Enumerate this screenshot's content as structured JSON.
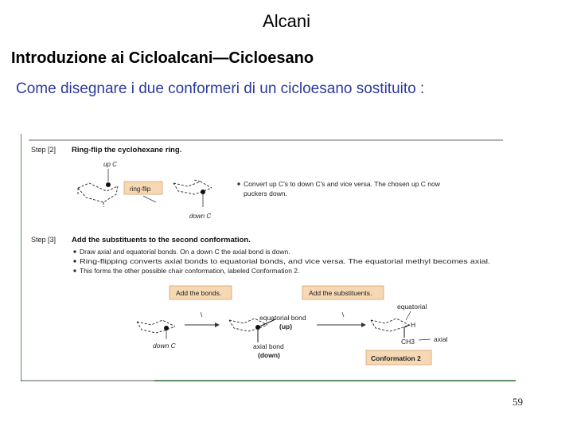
{
  "slide": {
    "title": "Alcani",
    "subtitle": "Introduzione ai Cicloalcani—Cicloesano",
    "lead": "Come disegnare i due conformeri di un cicloesano sostituito :",
    "page_number": "59"
  },
  "figure": {
    "step2": {
      "label": "Step [2]",
      "heading": "Ring-flip the cyclohexane ring.",
      "up_c": "up C",
      "ring_flip": "ring-flip",
      "down_c": "down C",
      "note_line1": "Convert up C's to down C's and vice versa. The chosen up C now",
      "note_line2": "puckers down."
    },
    "step3": {
      "label": "Step [3]",
      "heading": "Add the substituents to the second conformation.",
      "bullet1": "Draw axial and equatorial bonds. On a down C the axial bond is down.",
      "bullet2": "Ring-flipping converts axial bonds to equatorial bonds, and vice versa. The equatorial methyl becomes axial.",
      "bullet3": "This forms the other possible chair conformation, labeled Conformation 2.",
      "add_bonds": "Add the bonds.",
      "add_substituents": "Add the substituents.",
      "down_c": "down C",
      "equatorial_bond": "equatorial bond",
      "up": "(up)",
      "axial_bond": "axial bond",
      "down": "(down)",
      "equatorial": "equatorial",
      "h": "H",
      "ch3": "CH3",
      "axial": "axial",
      "conformation2": "Conformation 2"
    }
  },
  "colors": {
    "lead_text": "#2c3a9c",
    "callout_fill": "#f6d8b5",
    "callout_border": "#d9a06a",
    "frame_green": "#2f6b2f"
  }
}
